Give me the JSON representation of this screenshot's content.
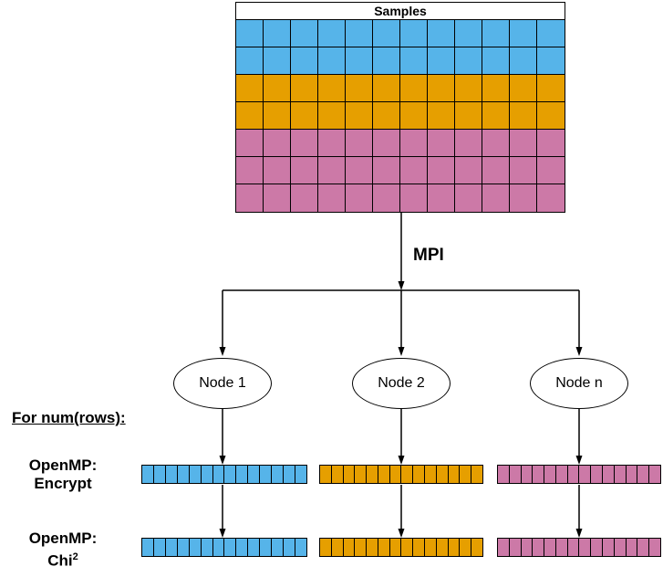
{
  "colors": {
    "blue": "#56B4E9",
    "orange": "#E69F00",
    "pink": "#CC79A7",
    "line": "#000000"
  },
  "table": {
    "title": "Samples",
    "columns": 12,
    "rows": [
      {
        "color": "blue"
      },
      {
        "color": "blue"
      },
      {
        "color": "orange"
      },
      {
        "color": "orange"
      },
      {
        "color": "pink"
      },
      {
        "color": "pink"
      },
      {
        "color": "pink"
      }
    ]
  },
  "mpi_label": "MPI",
  "nodes": [
    {
      "label": "Node 1",
      "color": "blue"
    },
    {
      "label": "Node 2",
      "color": "orange"
    },
    {
      "label": "Node n",
      "color": "pink"
    }
  ],
  "left_labels": {
    "for_rows": "For num(rows):",
    "encrypt_line1": "OpenMP:",
    "encrypt_line2": "Encrypt",
    "chi_line1": "OpenMP:",
    "chi_line2_base": "Chi",
    "chi_line2_sup": "2"
  },
  "bars": {
    "cells_per_bar": 14,
    "groups": [
      "blue",
      "orange",
      "pink"
    ]
  }
}
